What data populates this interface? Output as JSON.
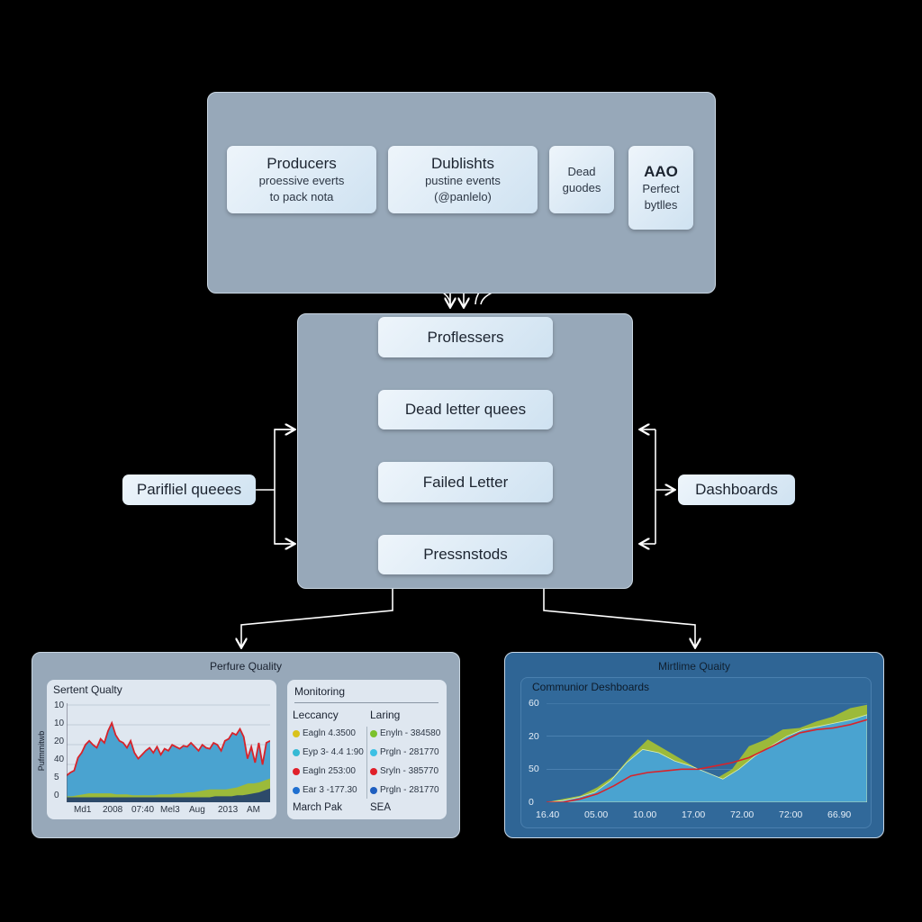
{
  "top": {
    "boxes": [
      {
        "title": "Producers",
        "sub1": "proessive everts",
        "sub2": "to pack nota"
      },
      {
        "title": "Dublishts",
        "sub1": "pustine events",
        "sub2": "(@panlelo)"
      },
      {
        "title": "Dead",
        "sub1": "guodes"
      },
      {
        "title": "AAO",
        "sub1": "Perfect",
        "sub2": "bytlles"
      }
    ]
  },
  "middle": {
    "steps": [
      "Proflessers",
      "Dead letter quees",
      "Failed Letter",
      "Pressnstods"
    ]
  },
  "side": {
    "left": "Parifliel queees",
    "right": "Dashboards"
  },
  "colors": {
    "panel": "#97a8b9",
    "blue_area": "#4aa3d0",
    "green_area": "#9cba3a",
    "red_line": "#d8232a",
    "dark_panel": "#2f6595"
  },
  "bottom_left": {
    "title": "Perfure Quality",
    "chart_title": "Sertent Qualty",
    "monitoring": {
      "title": "Monitoring",
      "col1": "Leccancy",
      "col2": "Laring",
      "col1_items": [
        {
          "color": "#d9c21c",
          "text": "Eagln 4.3500"
        },
        {
          "color": "#35b9d4",
          "text": "Eyp 3- 4.4 1:90"
        },
        {
          "color": "#e0202a",
          "text": "Eagln 253:00"
        },
        {
          "color": "#1f6fd0",
          "text": "Ear 3 -177.30"
        }
      ],
      "col2_items": [
        {
          "color": "#7cc12c",
          "text": "Enyln - 384580"
        },
        {
          "color": "#3cc0e4",
          "text": "Prgln - 281770"
        },
        {
          "color": "#e0202a",
          "text": "Sryln - 385770"
        },
        {
          "color": "#1f5fc0",
          "text": "Prgln - 281770"
        }
      ],
      "foot1": "March Pak",
      "foot2": "SEA"
    }
  },
  "bottom_right": {
    "title": "Mirtlime Quaity",
    "chart_title": "Communior Deshboards"
  },
  "chart_data": [
    {
      "type": "area",
      "title": "Sertent Qualty",
      "ylabel": "Pufmmitwb",
      "yticks": [
        "10",
        "10",
        "20",
        "40",
        "5",
        "0"
      ],
      "xticks": [
        "Md1",
        "2008",
        "07:40",
        "Mel3",
        "Aug",
        "2013",
        "AM"
      ],
      "ylim": [
        0,
        100
      ],
      "series": [
        {
          "name": "red",
          "values": [
            27,
            30,
            32,
            45,
            50,
            58,
            62,
            58,
            55,
            64,
            60,
            72,
            80,
            68,
            62,
            60,
            55,
            62,
            50,
            44,
            48,
            52,
            55,
            50,
            56,
            48,
            54,
            52,
            58,
            56,
            54,
            57,
            56,
            60,
            56,
            52,
            58,
            55,
            54,
            60,
            58,
            52,
            62,
            64,
            70,
            68,
            74,
            66,
            44,
            56,
            40,
            60,
            38,
            60,
            62
          ]
        },
        {
          "name": "green",
          "values": [
            6,
            6,
            7,
            8,
            9,
            9,
            9,
            9,
            9,
            8,
            8,
            8,
            7,
            7,
            7,
            7,
            7,
            8,
            8,
            8,
            9,
            9,
            10,
            10,
            11,
            12,
            13,
            13,
            13,
            13,
            14,
            15,
            17,
            19,
            19,
            20,
            22,
            24
          ]
        },
        {
          "name": "dark",
          "values": [
            5,
            5,
            5,
            5,
            5,
            5,
            5,
            5,
            5,
            5,
            5,
            5,
            5,
            5,
            5,
            5,
            5,
            5,
            5,
            5,
            5,
            5,
            5,
            5,
            5,
            5,
            5,
            6,
            6,
            6,
            6,
            7,
            7,
            8,
            9,
            10,
            12,
            14
          ]
        }
      ]
    },
    {
      "type": "area",
      "title": "Communior Deshboards",
      "yticks": [
        "60",
        "20",
        "50",
        "0"
      ],
      "xticks": [
        "16.40",
        "05.00",
        "10.00",
        "17.00",
        "72.00",
        "72:00",
        "66.90"
      ],
      "ylim": [
        0,
        60
      ],
      "series": [
        {
          "name": "blue",
          "values": [
            0,
            1,
            3,
            6,
            13,
            24,
            32,
            30,
            25,
            22,
            18,
            14,
            20,
            28,
            34,
            40,
            44,
            46,
            48,
            50,
            53
          ]
        },
        {
          "name": "green",
          "values": [
            0,
            2,
            4,
            9,
            16,
            28,
            38,
            32,
            26,
            20,
            14,
            20,
            34,
            38,
            44,
            45,
            49,
            52,
            57,
            59
          ]
        },
        {
          "name": "red",
          "values": [
            0,
            0,
            2,
            5,
            10,
            16,
            18,
            19,
            20,
            20,
            22,
            24,
            27,
            32,
            37,
            42,
            44,
            45,
            47,
            50
          ]
        }
      ]
    }
  ]
}
